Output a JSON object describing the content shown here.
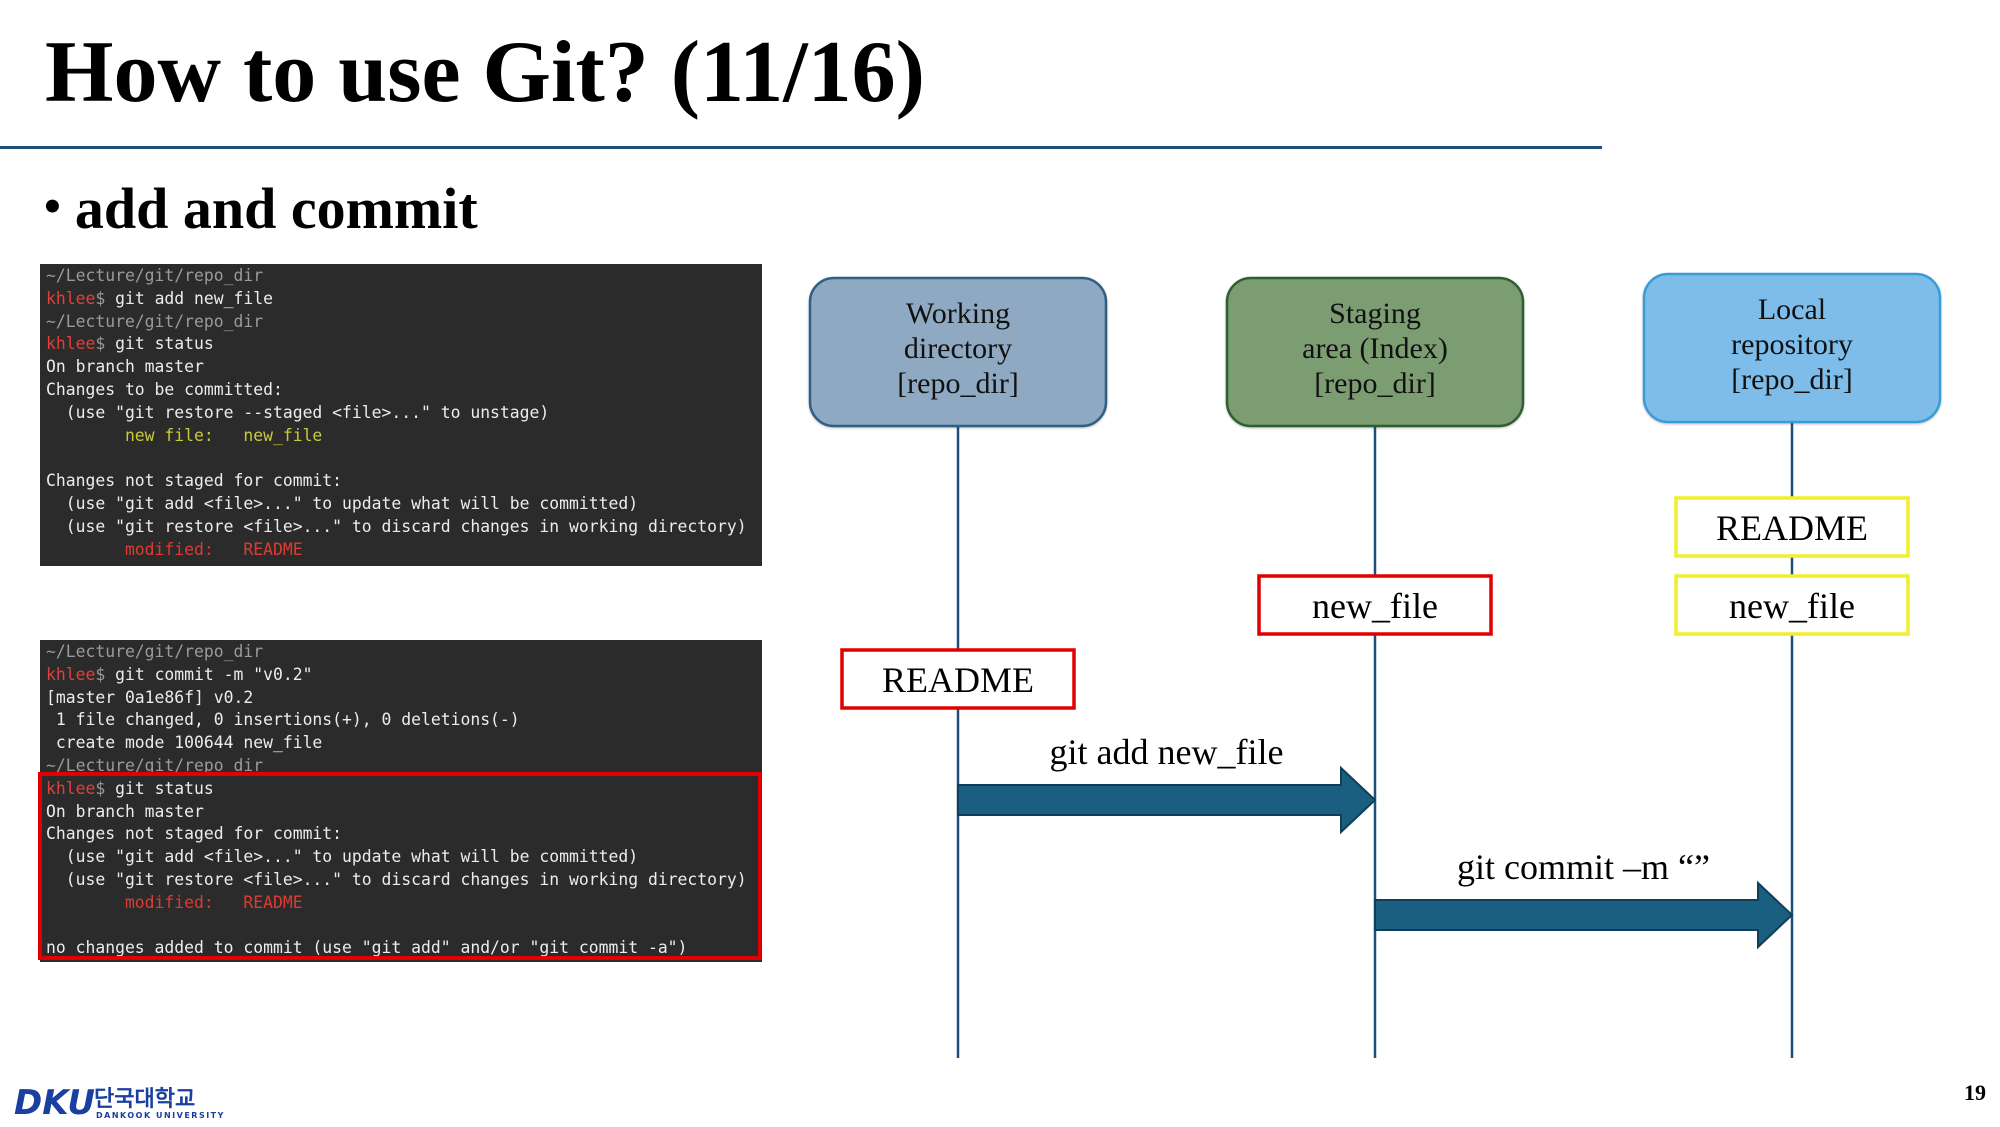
{
  "slide": {
    "title": "How to use Git? (11/16)",
    "bullet_marker": "•",
    "bullet": "add and commit",
    "page_number": "19"
  },
  "terminal_1": {
    "lines": [
      [
        {
          "t": "~/Lecture/git/repo_dir",
          "c": "path"
        }
      ],
      [
        {
          "t": "khlee",
          "c": "user"
        },
        {
          "t": "$ ",
          "c": "path"
        },
        {
          "t": "git add new_file",
          "c": "white"
        }
      ],
      [
        {
          "t": "~/Lecture/git/repo_dir",
          "c": "path"
        }
      ],
      [
        {
          "t": "khlee",
          "c": "user"
        },
        {
          "t": "$ ",
          "c": "path"
        },
        {
          "t": "git status",
          "c": "white"
        }
      ],
      [
        {
          "t": "On branch master",
          "c": "white"
        }
      ],
      [
        {
          "t": "Changes to be committed:",
          "c": "white"
        }
      ],
      [
        {
          "t": "  (use \"git restore --staged <file>...\" to unstage)",
          "c": "white"
        }
      ],
      [
        {
          "t": "        new file:   new_file",
          "c": "yellow"
        }
      ],
      [
        {
          "t": "",
          "c": "white"
        }
      ],
      [
        {
          "t": "Changes not staged for commit:",
          "c": "white"
        }
      ],
      [
        {
          "t": "  (use \"git add <file>...\" to update what will be committed)",
          "c": "white"
        }
      ],
      [
        {
          "t": "  (use \"git restore <file>...\" to discard changes in working directory)",
          "c": "white"
        }
      ],
      [
        {
          "t": "        modified:   README",
          "c": "red"
        }
      ]
    ]
  },
  "terminal_2": {
    "lines": [
      [
        {
          "t": "~/Lecture/git/repo_dir",
          "c": "path"
        }
      ],
      [
        {
          "t": "khlee",
          "c": "user"
        },
        {
          "t": "$ ",
          "c": "path"
        },
        {
          "t": "git commit -m \"v0.2\"",
          "c": "white"
        }
      ],
      [
        {
          "t": "[master 0a1e86f] v0.2",
          "c": "white"
        }
      ],
      [
        {
          "t": " 1 file changed, 0 insertions(+), 0 deletions(-)",
          "c": "white"
        }
      ],
      [
        {
          "t": " create mode 100644 new_file",
          "c": "white"
        }
      ],
      [
        {
          "t": "~/Lecture/git/repo_dir",
          "c": "path"
        }
      ],
      [
        {
          "t": "khlee",
          "c": "user"
        },
        {
          "t": "$ ",
          "c": "path"
        },
        {
          "t": "git status",
          "c": "white"
        }
      ],
      [
        {
          "t": "On branch master",
          "c": "white"
        }
      ],
      [
        {
          "t": "Changes not staged for commit:",
          "c": "white"
        }
      ],
      [
        {
          "t": "  (use \"git add <file>...\" to update what will be committed)",
          "c": "white"
        }
      ],
      [
        {
          "t": "  (use \"git restore <file>...\" to discard changes in working directory)",
          "c": "white"
        }
      ],
      [
        {
          "t": "        modified:   README",
          "c": "red"
        }
      ],
      [
        {
          "t": "",
          "c": "white"
        }
      ],
      [
        {
          "t": "no changes added to commit (use \"git add\" and/or \"git commit -a\")",
          "c": "white"
        }
      ]
    ]
  },
  "diagram": {
    "stages": [
      {
        "id": "working-directory",
        "lines": [
          "Working",
          "directory",
          "[repo_dir]"
        ],
        "fill": "#8ea9c1",
        "stroke": "#2e5f84"
      },
      {
        "id": "staging-area",
        "lines": [
          "Staging",
          "area (Index)",
          "[repo_dir]"
        ],
        "fill": "#7c9c72",
        "stroke": "#2e5f30"
      },
      {
        "id": "local-repository",
        "lines": [
          "Local",
          "repository",
          "[repo_dir]"
        ],
        "fill": "#7ebde9",
        "stroke": "#3a9bd5"
      }
    ],
    "files": [
      {
        "id": "readme-working",
        "label": "README",
        "stage": "working-directory",
        "border": "#e00000"
      },
      {
        "id": "new-file-staging",
        "label": "new_file",
        "stage": "staging-area",
        "border": "#e00000"
      },
      {
        "id": "readme-repo",
        "label": "README",
        "stage": "local-repository",
        "border": "#f2ee2a"
      },
      {
        "id": "new-file-repo",
        "label": "new_file",
        "stage": "local-repository",
        "border": "#f2ee2a"
      }
    ],
    "arrows": [
      {
        "id": "git-add-arrow",
        "label": "git add new_file",
        "from": "working-directory",
        "to": "staging-area"
      },
      {
        "id": "git-commit-arrow",
        "label": "git commit –m “”",
        "from": "staging-area",
        "to": "local-repository"
      }
    ],
    "arrow_color": "#1a5e80",
    "lifeline_color": "#1f4e79"
  },
  "logo": {
    "mark": "DKU",
    "korean": "단국대학교",
    "english": "DANKOOK UNIVERSITY",
    "color": "#1a3fa0"
  }
}
